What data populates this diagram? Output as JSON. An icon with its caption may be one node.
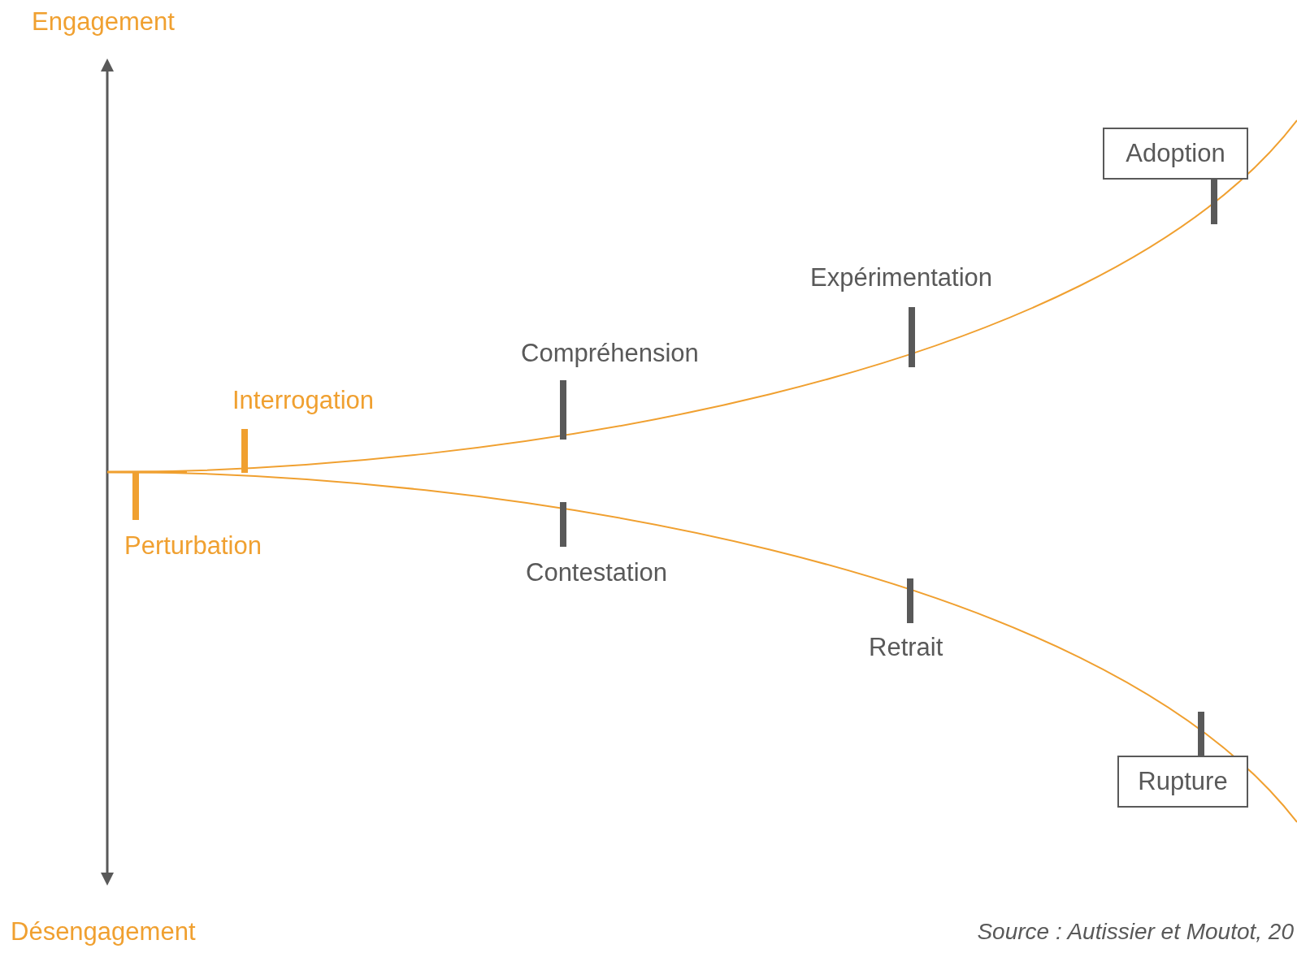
{
  "diagram": {
    "caption": "Source : Autissier et Moutot, 20",
    "nodes": [
      {
        "text": [
          "Adoption"
        ]
      },
      {
        "text": [
          "Rupture"
        ]
      }
    ],
    "edges": [],
    "labels": [
      "Engagement",
      "Expérimentation",
      "Compréhension",
      "Interrogation",
      "Perturbation",
      "Contestation",
      "Retrait",
      "Désengagement"
    ]
  }
}
